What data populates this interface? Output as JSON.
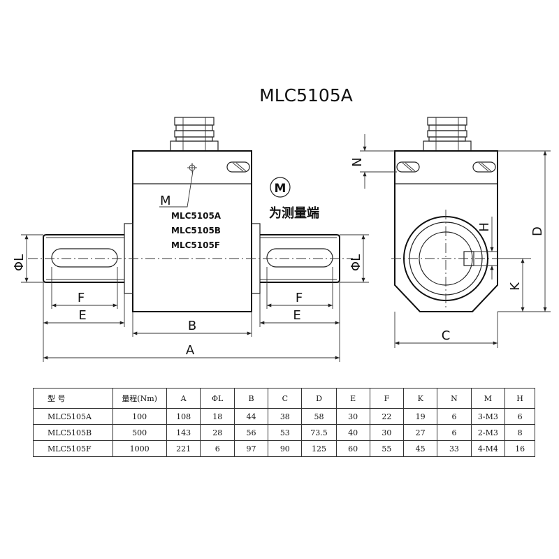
{
  "title": "MLC5105A",
  "note_symbol": "M",
  "note_text": "为测量端",
  "pointer_label": "M",
  "models_on_drawing": [
    "MLC5105A",
    "MLC5105B",
    "MLC5105F"
  ],
  "dimension_labels": {
    "phiL_left": "ΦL",
    "F_left": "F",
    "E_left": "E",
    "B": "B",
    "A": "A",
    "F_right": "F",
    "E_right": "E",
    "phiL_right": "ΦL",
    "N": "N",
    "H": "H",
    "K": "K",
    "D": "D",
    "C": "C"
  },
  "table": {
    "headers": [
      "型 号",
      "量程(Nm)",
      "A",
      "ΦL",
      "B",
      "C",
      "D",
      "E",
      "F",
      "K",
      "N",
      "M",
      "H"
    ],
    "rows": [
      [
        "MLC5105A",
        "100",
        "108",
        "18",
        "44",
        "38",
        "58",
        "30",
        "22",
        "19",
        "6",
        "3-M3",
        "6"
      ],
      [
        "MLC5105B",
        "500",
        "143",
        "28",
        "56",
        "53",
        "73.5",
        "40",
        "30",
        "27",
        "6",
        "2-M3",
        "8"
      ],
      [
        "MLC5105F",
        "1000",
        "221",
        "6",
        "97",
        "90",
        "125",
        "60",
        "55",
        "45",
        "33",
        "4-M4",
        "16"
      ]
    ]
  }
}
